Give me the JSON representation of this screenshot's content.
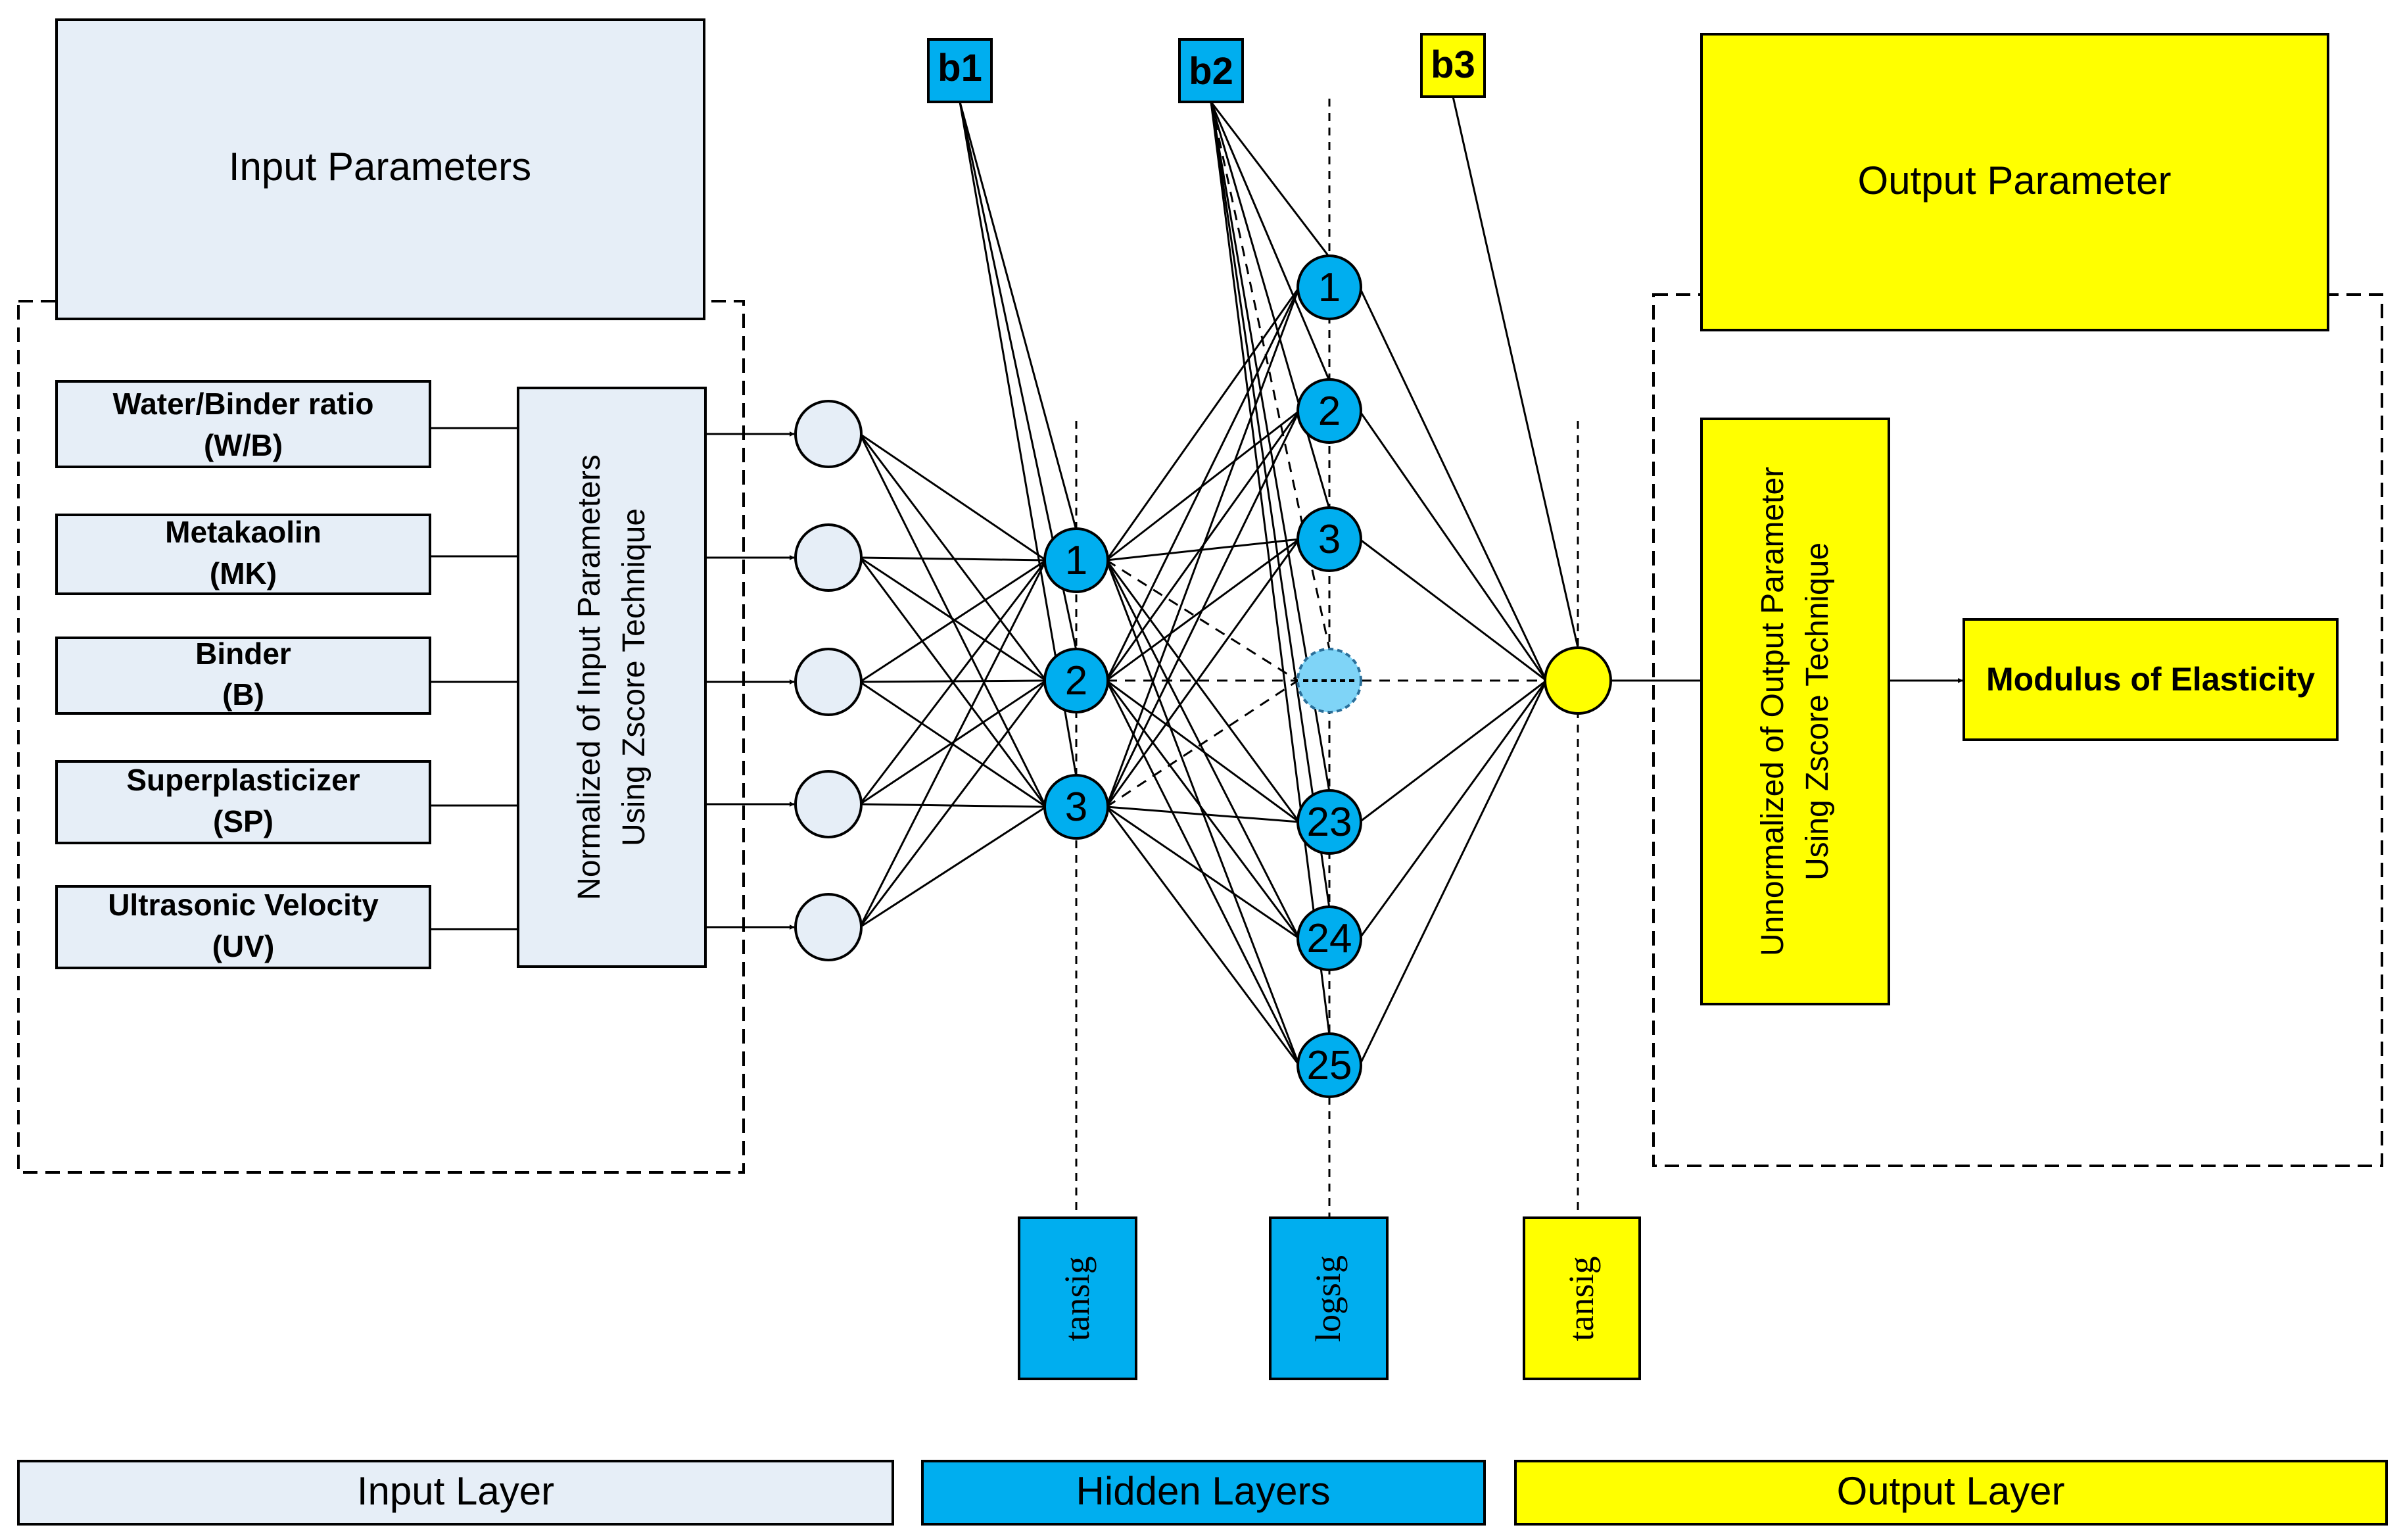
{
  "colors": {
    "input": "#E6EEF7",
    "hidden": "#00AEEF",
    "output": "#FFFF00",
    "stroke": "#000000",
    "dashed_node": "#7FD4F7"
  },
  "input_parameters": {
    "title": "Input Parameters",
    "items": [
      {
        "line1": "Water/Binder ratio",
        "line2": "(W/B)"
      },
      {
        "line1": "Metakaolin",
        "line2": "(MK)"
      },
      {
        "line1": "Binder",
        "line2": "(B)"
      },
      {
        "line1": "Superplasticizer",
        "line2": "(SP)"
      },
      {
        "line1": "Ultrasonic Velocity",
        "line2": "(UV)"
      }
    ],
    "normalization_line1": "Normalized of Input Parameters",
    "normalization_line2": "Using Zscore Technique"
  },
  "biases": [
    "b1",
    "b2",
    "b3"
  ],
  "hidden_layer_1": {
    "nodes": [
      "1",
      "2",
      "3"
    ],
    "activation": "tansig"
  },
  "hidden_layer_2": {
    "nodes": [
      "1",
      "2",
      "3",
      "23",
      "24",
      "25"
    ],
    "activation": "logsig"
  },
  "output": {
    "title": "Output Parameter",
    "activation": "tansig",
    "unnormalization_line1": "Unnormalized of Output Parameter",
    "unnormalization_line2": "Using Zscore Technique",
    "result": "Modulus of Elasticity"
  },
  "legend": {
    "input": "Input Layer",
    "hidden": "Hidden Layers",
    "output": "Output Layer"
  }
}
